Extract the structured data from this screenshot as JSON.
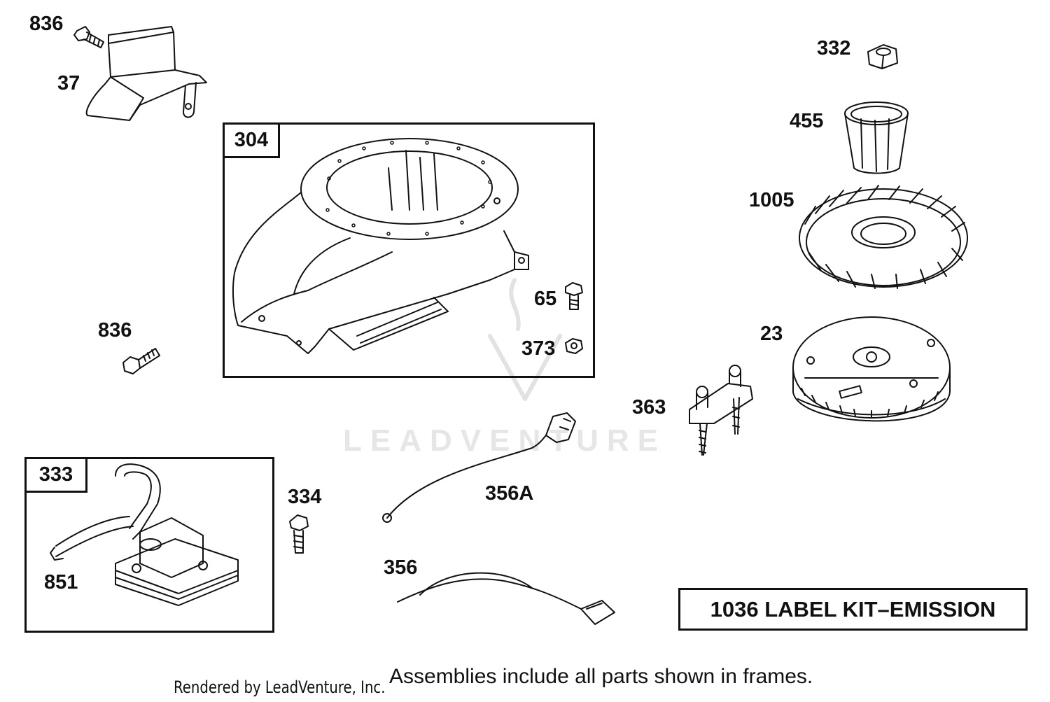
{
  "parts": [
    {
      "id": "p836a",
      "number": "836"
    },
    {
      "id": "p37",
      "number": "37"
    },
    {
      "id": "p304",
      "number": "304"
    },
    {
      "id": "p65",
      "number": "65"
    },
    {
      "id": "p373",
      "number": "373"
    },
    {
      "id": "p836b",
      "number": "836"
    },
    {
      "id": "p332",
      "number": "332"
    },
    {
      "id": "p455",
      "number": "455"
    },
    {
      "id": "p1005",
      "number": "1005"
    },
    {
      "id": "p23",
      "number": "23"
    },
    {
      "id": "p363",
      "number": "363"
    },
    {
      "id": "p333",
      "number": "333"
    },
    {
      "id": "p851",
      "number": "851"
    },
    {
      "id": "p334",
      "number": "334"
    },
    {
      "id": "p356A",
      "number": "356A"
    },
    {
      "id": "p356",
      "number": "356"
    }
  ],
  "label_kit": "1036 LABEL KIT–EMISSION",
  "footnote": "Assemblies include all parts shown in frames.",
  "credit": "Rendered by LeadVenture, Inc.",
  "watermark": "LEADVENTURE"
}
